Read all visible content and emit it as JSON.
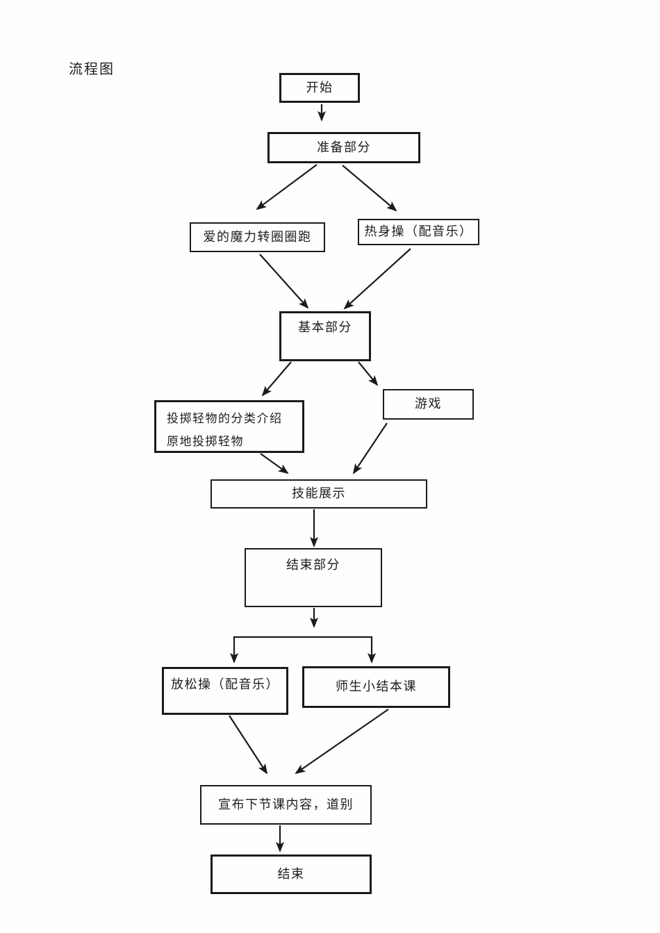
{
  "page": {
    "title": "流程图"
  },
  "colors": {
    "ink": "#1b1b1b",
    "background": "#fefefe"
  },
  "nodes": {
    "start": {
      "label": "开始"
    },
    "prepare": {
      "label": "准备部分"
    },
    "magic_run": {
      "label": "爱的魔力转圈圈跑"
    },
    "warmup": {
      "label": "热身操（配音乐）"
    },
    "basic": {
      "label": "基本部分"
    },
    "throwing": {
      "line1": "投掷轻物的分类介绍",
      "line2": "原地投掷轻物"
    },
    "game": {
      "label": "游戏"
    },
    "skill_show": {
      "label": "技能展示"
    },
    "ending_part": {
      "label": "结束部分"
    },
    "relax": {
      "label": "放松操（配音乐）"
    },
    "summary": {
      "label": "师生小结本课"
    },
    "announce": {
      "label": "宣布下节课内容，道别"
    },
    "end": {
      "label": "结束"
    }
  },
  "edges": [
    {
      "from": "start",
      "to": "prepare"
    },
    {
      "from": "prepare",
      "to": "magic_run"
    },
    {
      "from": "prepare",
      "to": "warmup"
    },
    {
      "from": "magic_run",
      "to": "basic"
    },
    {
      "from": "warmup",
      "to": "basic"
    },
    {
      "from": "basic",
      "to": "throwing"
    },
    {
      "from": "basic",
      "to": "game"
    },
    {
      "from": "throwing",
      "to": "skill_show"
    },
    {
      "from": "game",
      "to": "skill_show"
    },
    {
      "from": "skill_show",
      "to": "ending_part"
    },
    {
      "from": "ending_part",
      "to": "relax"
    },
    {
      "from": "ending_part",
      "to": "summary"
    },
    {
      "from": "relax",
      "to": "announce"
    },
    {
      "from": "summary",
      "to": "announce"
    },
    {
      "from": "announce",
      "to": "end"
    }
  ]
}
